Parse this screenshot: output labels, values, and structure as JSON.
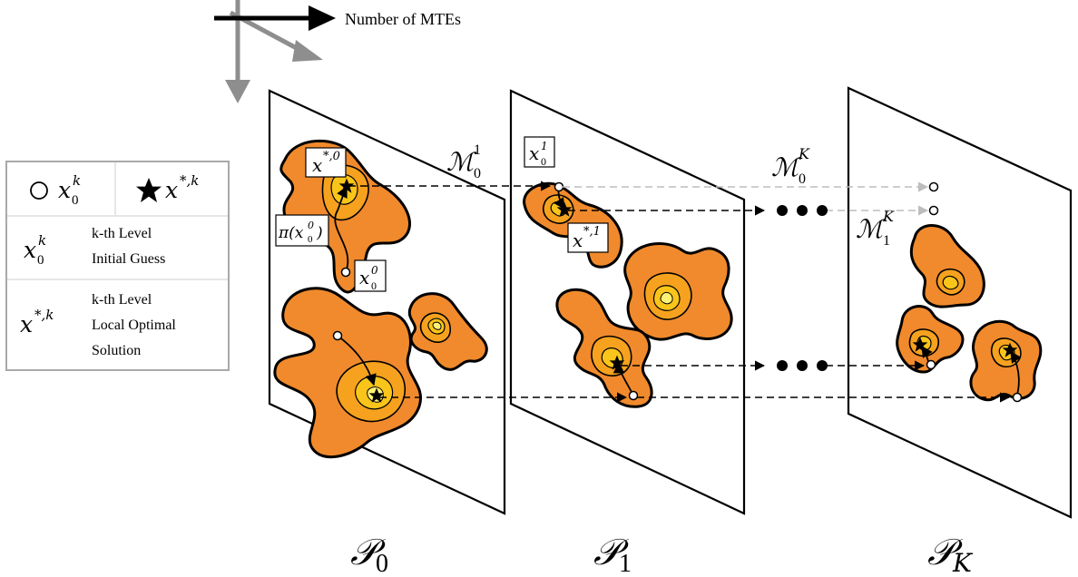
{
  "axis_label": "Number of MTEs",
  "planes": [
    {
      "label_base": "𝒫",
      "label_sub": "0"
    },
    {
      "label_base": "𝒫",
      "label_sub": "1"
    },
    {
      "label_base": "𝒫",
      "label_sub": "K"
    }
  ],
  "legend": {
    "initial_symbol_label": "x",
    "optimal_symbol_label": "x",
    "rows": [
      {
        "symbol": "x",
        "line1": "k-th Level",
        "line2": "Initial Guess",
        "line3": ""
      },
      {
        "symbol": "x",
        "line1": "k-th Level",
        "line2": "Local Optimal",
        "line3": "Solution"
      }
    ],
    "sup_k": "k",
    "sub_0": "0",
    "sup_star_k": "*,k"
  },
  "point_labels": {
    "x_star_0": {
      "base": "x",
      "sup": "*,0"
    },
    "pi_x0": {
      "text": "π(x",
      "sub": "0",
      "sup": "0",
      "close": ")"
    },
    "x0_0": {
      "base": "x",
      "sub": "0",
      "sup": "0"
    },
    "x0_1": {
      "base": "x",
      "sub": "0",
      "sup": "1"
    },
    "x_star_1": {
      "base": "x",
      "sup": "*,1"
    }
  },
  "maps": [
    {
      "base": "ℳ",
      "sub": "0",
      "sup": "1"
    },
    {
      "base": "ℳ",
      "sub": "0",
      "sup": "K"
    },
    {
      "base": "ℳ",
      "sub": "1",
      "sup": "K"
    }
  ],
  "colors": {
    "blob_outer": "#f08a2c",
    "blob_mid": "#f6a21e",
    "blob_inner": "#f9c51a",
    "axis_black": "#000000",
    "axis_gray": "#8e8e8e",
    "dash_gray": "#bdbdbd"
  },
  "icons": [
    "hollow-circle-icon",
    "star-icon",
    "ellipsis-icon"
  ]
}
